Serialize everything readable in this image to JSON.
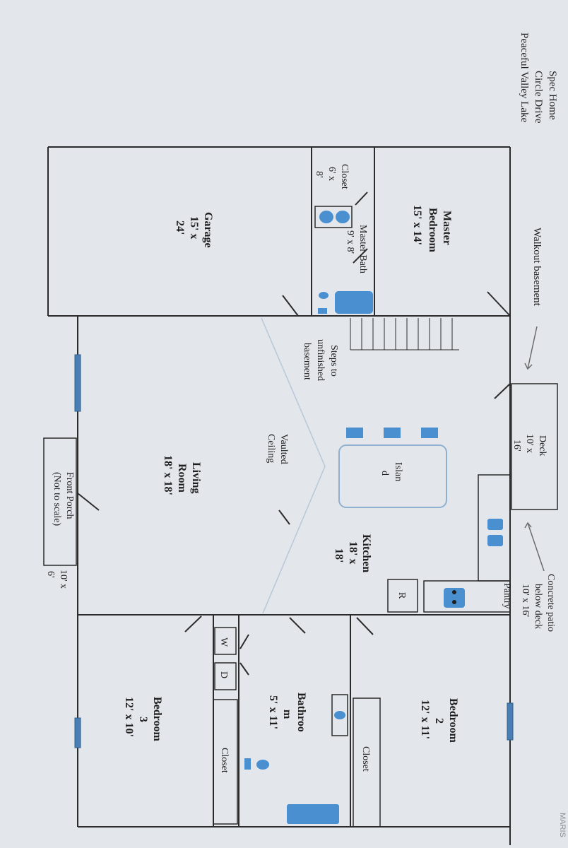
{
  "title_block": {
    "line1": "Spec Home",
    "line2": "Circle Drive",
    "line3": "Peaceful Valley Lake"
  },
  "notes": {
    "walkout": "Walkout basement",
    "patio_line1": "Concrete patio",
    "patio_line2": "below deck",
    "patio_line3": "10' x 16'",
    "steps_line1": "Steps to",
    "steps_line2": "unfinished",
    "steps_line3": "basement",
    "vaulted_line1": "Vaulted",
    "vaulted_line2": "Ceiling"
  },
  "rooms": {
    "master_bedroom": {
      "line1": "Master",
      "line2": "Bedroom",
      "dims": "15' x 14'"
    },
    "closet_master": {
      "line1": "Closet",
      "line2": "6' x",
      "line3": "8'"
    },
    "master_bath": {
      "line1": "Master Bath",
      "line2": "9' x 8'"
    },
    "garage": {
      "line1": "Garage",
      "line2": "15' x",
      "line3": "24'"
    },
    "deck": {
      "line1": "Deck",
      "line2": "10' x",
      "line3": "16'"
    },
    "island": {
      "line1": "Islan",
      "line2": "d"
    },
    "kitchen": {
      "line1": "Kitchen",
      "line2": "18' x",
      "line3": "18'"
    },
    "living_room": {
      "line1": "Living",
      "line2": "Room",
      "dims": "18' x 18'"
    },
    "front_porch": {
      "line1": "Front Porch",
      "line2": "(Not to scale)",
      "dims_line1": "10' x",
      "dims_line2": "6'"
    },
    "pantry": {
      "label": "Pantry"
    },
    "range": {
      "label": "R"
    },
    "bedroom2": {
      "line1": "Bedroom",
      "line2": "2",
      "dims": "12' x 11'"
    },
    "bedroom2_closet": {
      "label": "Closet"
    },
    "bathroom": {
      "line1": "Bathroo",
      "line2": "m",
      "dims": "5' x 11'"
    },
    "washer": {
      "label": "W"
    },
    "dryer": {
      "label": "D"
    },
    "hall_closet": {
      "label": "Closet"
    },
    "bedroom3": {
      "line1": "Bedroom",
      "line2": "3",
      "dims": "12' x 10'"
    }
  },
  "watermark": "MARIS",
  "colors": {
    "background": "#e3e7eb",
    "wall": "#2b2b2b",
    "fixture_blue": "#4a8fd0",
    "vault_line": "#b8c7d9"
  }
}
